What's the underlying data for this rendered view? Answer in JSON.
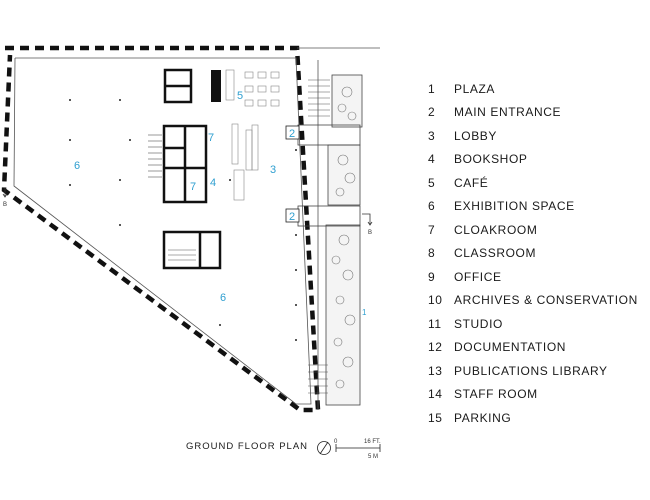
{
  "legend": [
    {
      "num": "1",
      "label": "PLAZA"
    },
    {
      "num": "2",
      "label": "MAIN ENTRANCE"
    },
    {
      "num": "3",
      "label": "LOBBY"
    },
    {
      "num": "4",
      "label": "BOOKSHOP"
    },
    {
      "num": "5",
      "label": "CAFÉ"
    },
    {
      "num": "6",
      "label": "EXHIBITION SPACE"
    },
    {
      "num": "7",
      "label": "CLOAKROOM"
    },
    {
      "num": "8",
      "label": "CLASSROOM"
    },
    {
      "num": "9",
      "label": "OFFICE"
    },
    {
      "num": "10",
      "label": "ARCHIVES & CONSERVATION"
    },
    {
      "num": "11",
      "label": "STUDIO"
    },
    {
      "num": "12",
      "label": "DOCUMENTATION"
    },
    {
      "num": "13",
      "label": "PUBLICATIONS LIBRARY"
    },
    {
      "num": "14",
      "label": "STAFF ROOM"
    },
    {
      "num": "15",
      "label": "PARKING"
    }
  ],
  "plan": {
    "room_labels": {
      "plaza": "1",
      "entrance_top": "2",
      "entrance_bottom": "2",
      "lobby": "3",
      "bookshop": "4",
      "cafe": "5",
      "exhibition_left": "6",
      "exhibition_bottom": "6",
      "cloak_top": "7",
      "cloak_bottom": "7"
    },
    "section_marks": {
      "left": "B",
      "right": "B"
    },
    "accent_color": "#2f9fd0"
  },
  "caption": "GROUND FLOOR PLAN",
  "scale": {
    "zero": "0",
    "feet": "16 FT.",
    "meters": "5 M"
  }
}
